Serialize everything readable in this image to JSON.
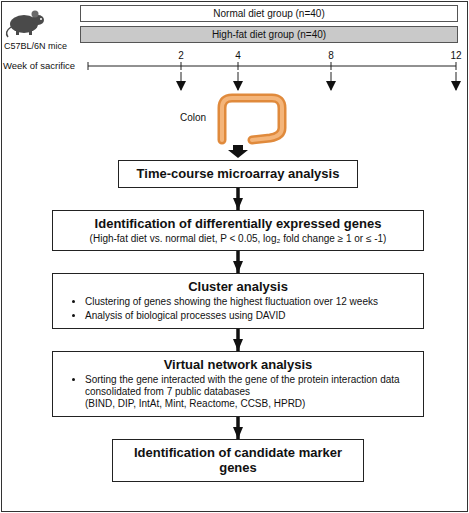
{
  "diagram": {
    "nodes": [
      {
        "text": [
          "Normal diet group (n=40)"
        ]
      },
      {
        "text": [
          "High-fat diet group (n=40)"
        ]
      },
      {
        "text": [
          "Time-course microarray analysis"
        ]
      },
      {
        "text": [
          "Identification of differentially expressed genes",
          "(High-fat diet vs. normal diet, P < 0.05, log₂ fold change ≥ 1 or ≤ -1)"
        ]
      },
      {
        "text": [
          "Cluster analysis",
          "Clustering of genes showing the highest fluctuation over 12 weeks",
          "Analysis of biological processes using DAVID"
        ]
      },
      {
        "text": [
          "Virtual network analysis",
          "Sorting the gene interacted with the gene of the protein interaction data consolidated from 7 public databases",
          "(BIND, DIP, IntAt, Mint, Reactome, CCSB, HPRD)"
        ]
      },
      {
        "text": [
          "Identification of candidate marker genes"
        ]
      }
    ],
    "edges": [
      {
        "from": 2,
        "to": 3,
        "arrow": "to"
      },
      {
        "from": 3,
        "to": 4,
        "arrow": "to"
      },
      {
        "from": 4,
        "to": 5,
        "arrow": "to"
      },
      {
        "from": 5,
        "to": 6,
        "arrow": "to"
      }
    ],
    "labels": [
      "C57BL/6N mice",
      "Week of sacrifice",
      "2",
      "4",
      "8",
      "12",
      "Colon"
    ]
  }
}
